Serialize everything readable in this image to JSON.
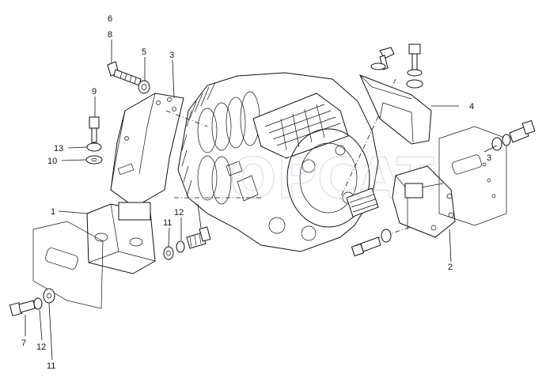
{
  "diagram": {
    "callouts": {
      "c6": "6",
      "c8": "8",
      "c5": "5",
      "c3_left": "3",
      "c9": "9",
      "c13": "13",
      "c10": "10",
      "c1": "1",
      "c12_mid": "12",
      "c11_mid": "11",
      "c7_bottom": "7",
      "c12_bottom": "12",
      "c11_bottom": "11",
      "c4": "4",
      "c3_right": "3",
      "c2": "2"
    },
    "watermark": "OPCAT"
  }
}
